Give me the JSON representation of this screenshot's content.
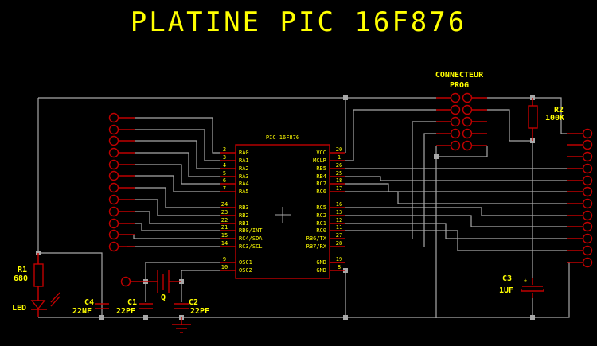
{
  "title": "PLATINE PIC 16F876",
  "ic": {
    "name": "PIC 16F876",
    "left_pins": [
      {
        "num": "2",
        "label": "RA0"
      },
      {
        "num": "3",
        "label": "RA1"
      },
      {
        "num": "4",
        "label": "RA2"
      },
      {
        "num": "5",
        "label": "RA3"
      },
      {
        "num": "6",
        "label": "RA4"
      },
      {
        "num": "7",
        "label": "RA5"
      },
      {
        "num": "24",
        "label": "RB3"
      },
      {
        "num": "23",
        "label": "RB2"
      },
      {
        "num": "22",
        "label": "RB1"
      },
      {
        "num": "21",
        "label": "RB0/INT"
      },
      {
        "num": "15",
        "label": "RC4/SDA"
      },
      {
        "num": "14",
        "label": "RC3/SCL"
      },
      {
        "num": "9",
        "label": "OSC1"
      },
      {
        "num": "10",
        "label": "OSC2"
      }
    ],
    "right_pins": [
      {
        "num": "20",
        "label": "VCC"
      },
      {
        "num": "1",
        "label": "MCLR"
      },
      {
        "num": "26",
        "label": "RB5"
      },
      {
        "num": "25",
        "label": "RB4"
      },
      {
        "num": "18",
        "label": "RC7"
      },
      {
        "num": "17",
        "label": "RC6"
      },
      {
        "num": "16",
        "label": "RC5"
      },
      {
        "num": "13",
        "label": "RC2"
      },
      {
        "num": "12",
        "label": "RC1"
      },
      {
        "num": "11",
        "label": "RC0"
      },
      {
        "num": "27",
        "label": "RB6/TX"
      },
      {
        "num": "28",
        "label": "RB7/RX"
      },
      {
        "num": "19",
        "label": "GND"
      },
      {
        "num": "8",
        "label": "GND"
      }
    ]
  },
  "connector": {
    "line1": "CONNECTEUR",
    "line2": "PROG"
  },
  "components": {
    "r1": {
      "ref": "R1",
      "value": "680"
    },
    "r2": {
      "ref": "R2",
      "value": "100K"
    },
    "led": {
      "ref": "LED"
    },
    "c1": {
      "ref": "C1",
      "value": "22PF"
    },
    "c2": {
      "ref": "C2",
      "value": "22PF"
    },
    "c3": {
      "ref": "C3",
      "value": "1UF",
      "polarity": "+"
    },
    "c4": {
      "ref": "C4",
      "value": "22NF"
    },
    "q": {
      "ref": "Q"
    }
  },
  "colors": {
    "background": "#000000",
    "text": "#ffff00",
    "wire": "#a8a8a8",
    "component": "#c00000"
  }
}
